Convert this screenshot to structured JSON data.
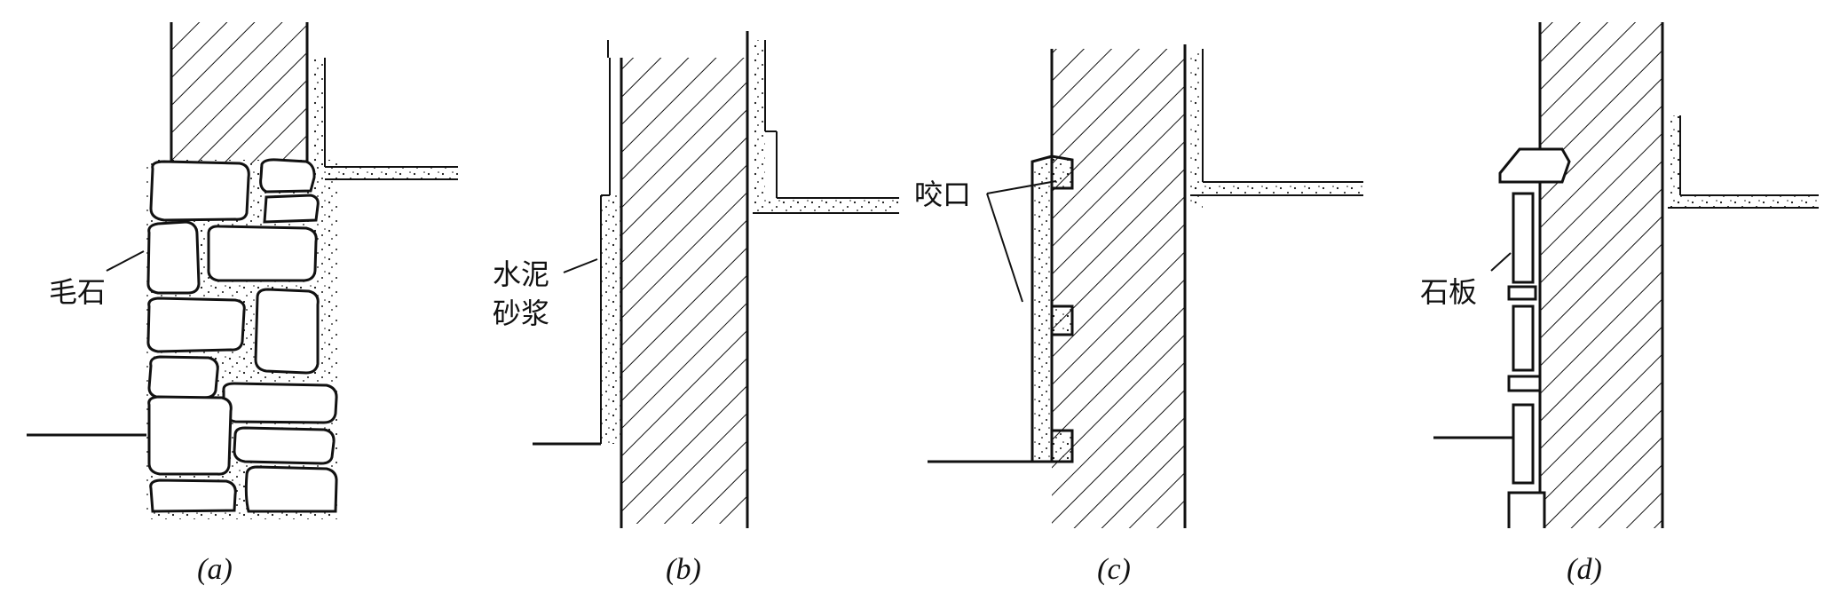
{
  "figure": {
    "panels": [
      {
        "id": "a",
        "caption": "(a)",
        "labels": [
          "毛石"
        ]
      },
      {
        "id": "b",
        "caption": "(b)",
        "labels": [
          "水泥",
          "砂浆"
        ]
      },
      {
        "id": "c",
        "caption": "(c)",
        "labels": [
          "咬口"
        ]
      },
      {
        "id": "d",
        "caption": "(d)",
        "labels": [
          "石板"
        ]
      }
    ]
  }
}
